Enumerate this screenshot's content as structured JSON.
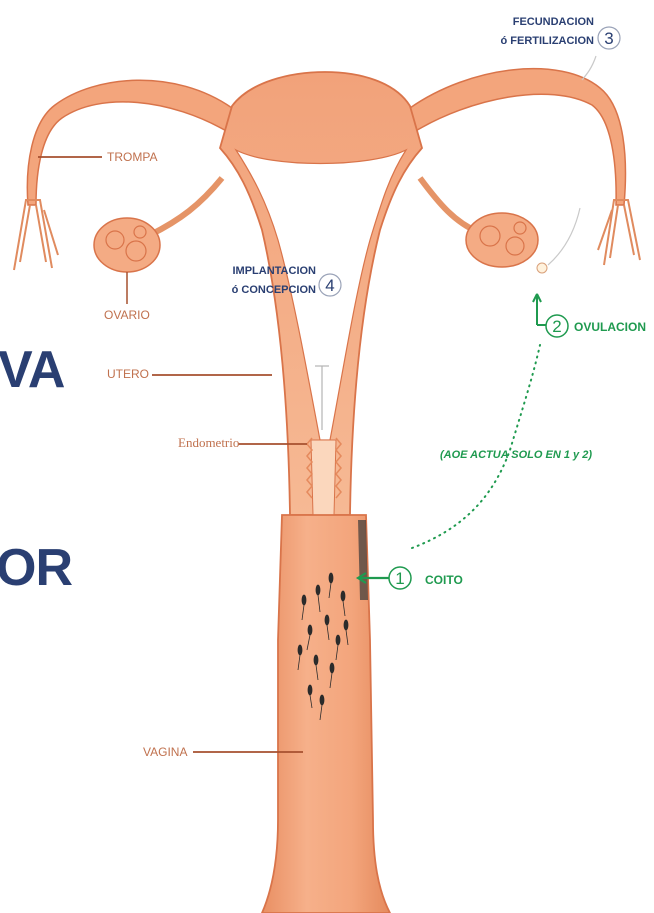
{
  "partial_text": {
    "left_top": "VA",
    "left_bottom": "OR"
  },
  "anatomy_labels": {
    "trompa": "TROMPA",
    "ovario": "OVARIO",
    "utero": "UTERO",
    "endometrio": "Endometrio",
    "vagina": "VAGINA"
  },
  "steps": {
    "coito": {
      "number": "1",
      "label": "COITO"
    },
    "ovulacion": {
      "number": "2",
      "label": "OVULACION"
    },
    "fecundacion": {
      "number": "3",
      "line1": "FECUNDACION",
      "line2": "ó FERTILIZACION"
    },
    "implantacion": {
      "number": "4",
      "line1": "IMPLANTACION",
      "line2": "ó CONCEPCION"
    }
  },
  "note": "(AOE ACTUA SOLO EN 1 y 2)",
  "colors": {
    "organ_fill": "#f3a57c",
    "organ_dark": "#d9744a",
    "organ_light": "#f9c9a8",
    "navy": "#2a3f72",
    "green": "#1f9a4f",
    "label_brown": "#a6502f"
  }
}
